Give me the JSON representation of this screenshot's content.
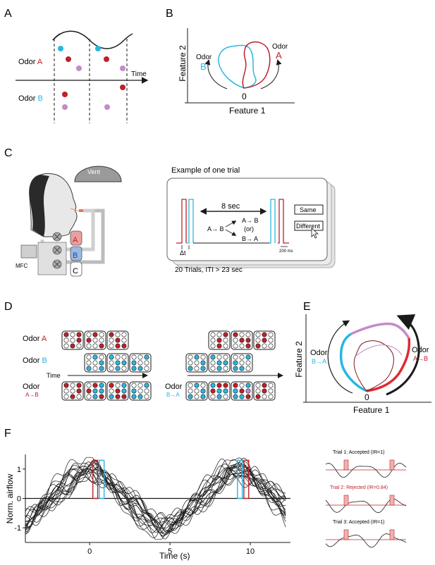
{
  "colors": {
    "odor_a": "#c0202a",
    "odor_b": "#29b6e0",
    "purple": "#c58ac8",
    "black": "#1a1a1a",
    "gray_panel": "#e2e2e2"
  },
  "panel_labels": {
    "a": "A",
    "b": "B",
    "c": "C",
    "d": "D",
    "e": "E",
    "f": "F"
  },
  "panel_a": {
    "odor_prefix": "Odor",
    "odor_a_letter": "A",
    "odor_b_letter": "B",
    "time_label": "Time"
  },
  "panel_b": {
    "ylabel": "Feature 2",
    "xlabel": "Feature 1",
    "odor_word": "Odor",
    "odor_a_letter": "A",
    "odor_b_letter": "B",
    "origin_label": "0"
  },
  "panel_c": {
    "vent_label": "Vent",
    "mfc_label": "MFC",
    "vial_a": "A",
    "vial_b": "B",
    "vial_c": "C",
    "trial_title": "Example of one trial",
    "interval_label": "8 sec",
    "seq_ab": "A→ B",
    "choice_ab": "A→ B",
    "or_label": "(or)",
    "choice_ba": "B→ A",
    "delta_t": "Δt",
    "ms_label": "200 ms",
    "same_button": "Same",
    "different_button": "Different",
    "trials_caption": "20 Trials, ITI > 23 sec"
  },
  "panel_d": {
    "odor_a_prefix": "Odor",
    "odor_a_letter": "A",
    "odor_b_prefix": "Odor",
    "odor_b_letter": "B",
    "odor_mix_prefix": "Odor",
    "mix_ab": "A→B",
    "time_label": "Time",
    "odor_mix2_prefix": "Odor",
    "mix_ba": "B→A"
  },
  "panel_e": {
    "ylabel": "Feature 2",
    "xlabel": "Feature 1",
    "odor_left": "Odor",
    "left_sub": "B→A",
    "odor_right": "Odor",
    "right_sub": "A→B",
    "origin_label": "0"
  },
  "panel_f": {
    "ylabel": "Norm. airflow",
    "xlabel": "Time (s)",
    "trial1": "Trial 1: Accepted (IR=1)",
    "trial2": "Trial 2: Rejected (IR=0.84)",
    "trial3": "Trial 3: Accepted (IR=1)"
  },
  "chart_data": {
    "type": "line",
    "xlabel": "Time (s)",
    "ylabel": "Norm. airflow",
    "xlim": [
      -4,
      12.5
    ],
    "ylim": [
      -1.5,
      1.5
    ],
    "x_ticks": [
      0,
      5,
      10
    ],
    "y_ticks": [
      -1,
      0,
      1
    ],
    "trace_count": 20,
    "description_free_note": "",
    "stimulus_windows": [
      {
        "start": 0.2,
        "end": 0.5,
        "odor": "A"
      },
      {
        "start": 0.6,
        "end": 0.9,
        "odor": "B"
      },
      {
        "start": 9.2,
        "end": 9.5,
        "odor": "B"
      },
      {
        "start": 9.6,
        "end": 9.9,
        "odor": "A"
      }
    ]
  }
}
